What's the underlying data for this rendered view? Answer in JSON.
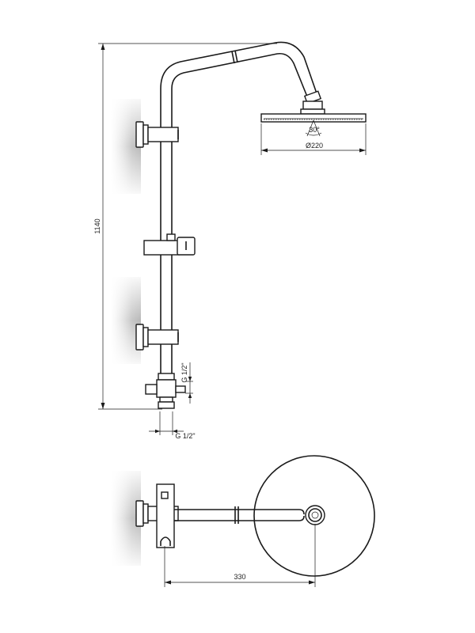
{
  "drawing": {
    "dimensions": {
      "total_height": "1140",
      "head_angle": "30°",
      "head_diameter": "Ø220",
      "connection_upper": "G 1/2\"",
      "connection_lower": "G 1/2\"",
      "arm_projection": "330"
    },
    "colors": {
      "line": "#1a1a1a",
      "wall_shade": "#c8c8c8",
      "background": "#ffffff"
    }
  }
}
